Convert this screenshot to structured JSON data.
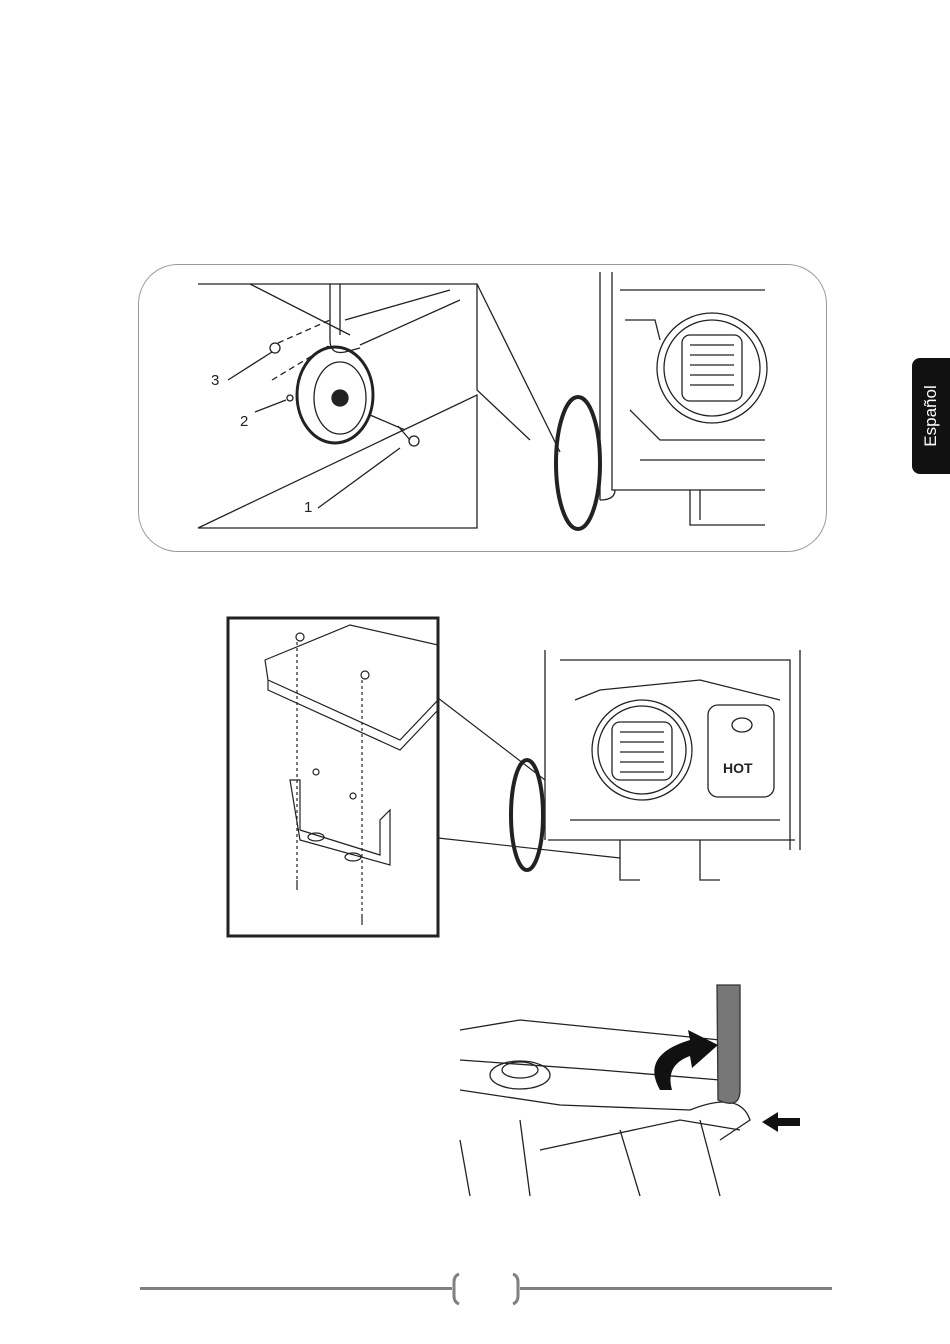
{
  "side_tab": {
    "label": "Español"
  },
  "figure1": {
    "callouts": [
      "1",
      "2",
      "3"
    ]
  },
  "figure2": {
    "muffler_label": "HOT"
  },
  "footer": {
    "page_number": ""
  }
}
